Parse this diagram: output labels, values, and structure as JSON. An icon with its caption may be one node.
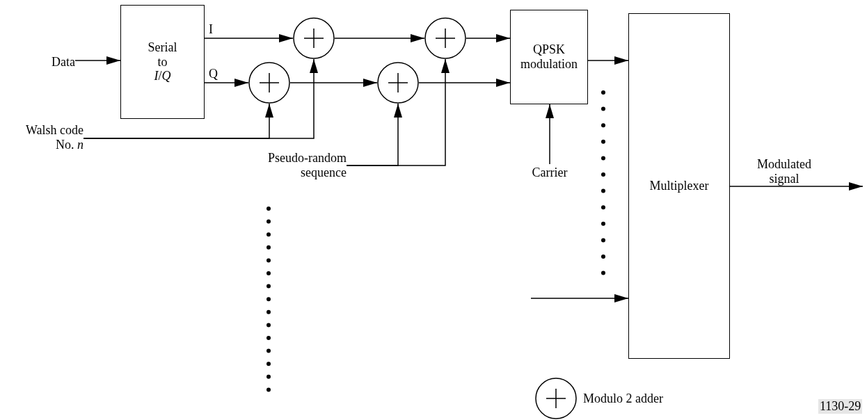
{
  "diagram": {
    "nodes": [
      {
        "text": [
          "Data"
        ]
      },
      {
        "text": [
          "Serial to *I*/*Q*"
        ]
      },
      {
        "text": [],
        "shape": "circle"
      },
      {
        "text": [],
        "shape": "circle"
      },
      {
        "text": [],
        "shape": "circle"
      },
      {
        "text": [],
        "shape": "circle"
      },
      {
        "text": [
          "QPSK modulation"
        ]
      },
      {
        "text": [
          "Multiplexer"
        ]
      },
      {
        "text": [
          "Walsh code No. *n*"
        ]
      },
      {
        "text": [
          "Pseudo-random sequence"
        ]
      },
      {
        "text": [
          "Carrier"
        ]
      }
    ],
    "edges": [
      {
        "from": 0,
        "to": 1,
        "arrow": "to"
      },
      {
        "from": 1,
        "to": 2,
        "arrow": "to",
        "label": "I"
      },
      {
        "from": 1,
        "to": 3,
        "arrow": "to",
        "label": "Q"
      },
      {
        "from": 2,
        "to": 4,
        "arrow": "to"
      },
      {
        "from": 3,
        "to": 5,
        "arrow": "to"
      },
      {
        "from": 4,
        "to": 6,
        "arrow": "to"
      },
      {
        "from": 5,
        "to": 6,
        "arrow": "to"
      },
      {
        "from": 8,
        "to": 3,
        "arrow": "to"
      },
      {
        "from": 8,
        "to": 2,
        "arrow": "to"
      },
      {
        "from": 9,
        "to": 5,
        "arrow": "to"
      },
      {
        "from": 9,
        "to": 4,
        "arrow": "to"
      },
      {
        "from": 10,
        "to": 6,
        "arrow": "to"
      },
      {
        "from": 6,
        "to": 7,
        "arrow": "to"
      },
      {
        "from": null,
        "to": 7,
        "arrow": "to"
      },
      {
        "from": 7,
        "to": null,
        "arrow": "to",
        "label": "Modulated signal"
      }
    ],
    "labels": [
      "1130-29"
    ],
    "legend": [
      {
        "text": "Modulo 2 adder"
      }
    ]
  }
}
